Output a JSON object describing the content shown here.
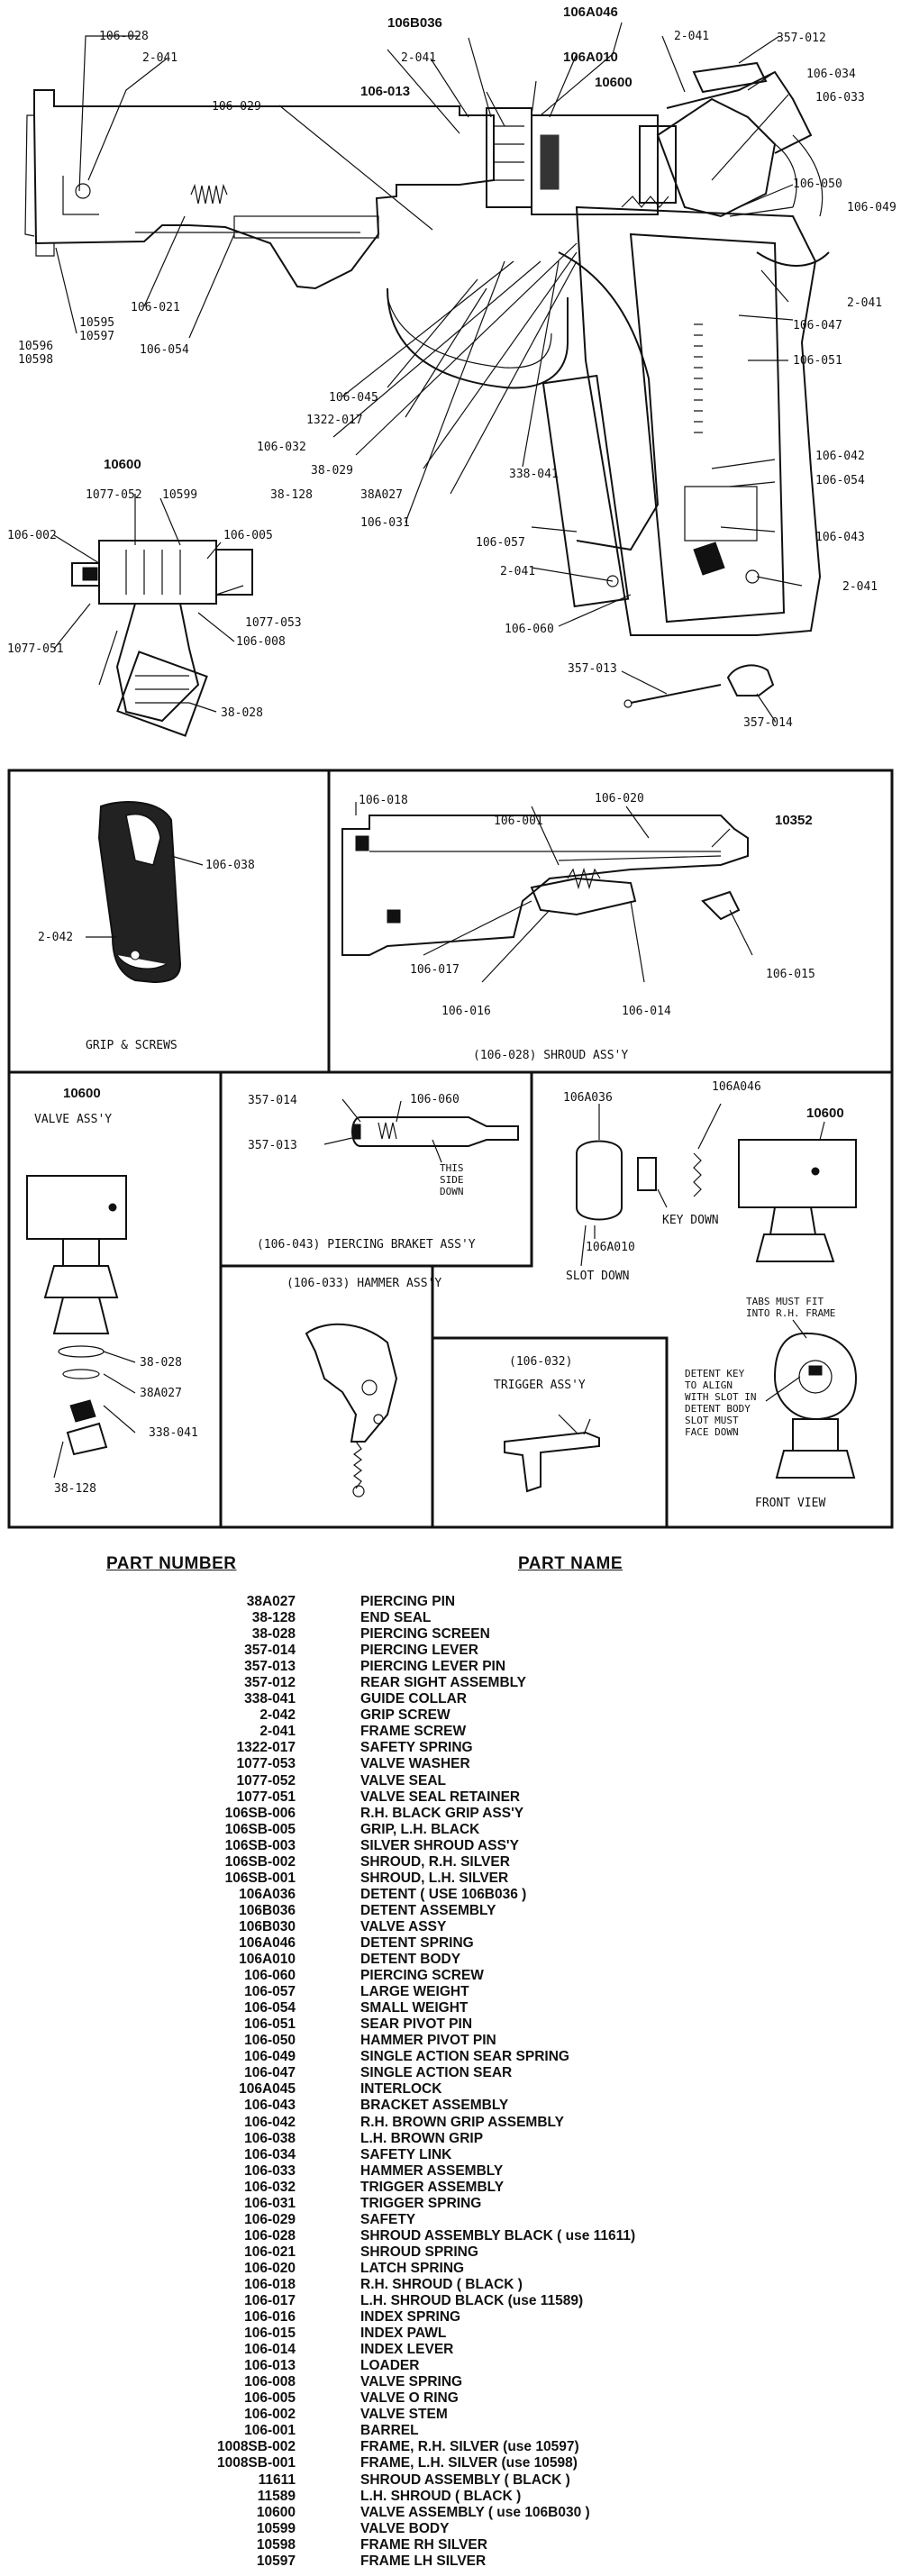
{
  "exploded_view": {
    "callouts": {
      "c106_028": "106-028",
      "c2_041_a": "2-041",
      "c106b036": "106B036",
      "c106a046": "106A046",
      "c2_041_b": "2-041",
      "c357_012": "357-012",
      "c106_034": "106-034",
      "c106_033": "106-033",
      "c2_041_c": "2-041",
      "c106_013": "106-013",
      "c106a010": "106A010",
      "c10600": "10600",
      "c106_029": "106-029",
      "c106_050": "106-050",
      "c106_049": "106-049",
      "c2_041_d": "2-041",
      "c106_047": "106-047",
      "c106_051": "106-051",
      "c106_021": "106-021",
      "c10595": "10595",
      "c10597": "10597",
      "c10596": "10596",
      "c10598": "10598",
      "c106_054_a": "106-054",
      "c106_045": "106-045",
      "c1322_017": "1322-017",
      "c106_032": "106-032",
      "c38_029": "38-029",
      "c38_128": "38-128",
      "c38a027": "38A027",
      "c338_041": "338-041",
      "c106_031": "106-031",
      "c106_042": "106-042",
      "c106_054_b": "106-054",
      "c106_057": "106-057",
      "c106_043": "106-043",
      "c2_041_e": "2-041",
      "c2_041_f": "2-041",
      "c106_060": "106-060",
      "c357_013": "357-013",
      "c357_014": "357-014",
      "c10600_b": "10600",
      "c1077_052": "1077-052",
      "c10599": "10599",
      "c106_002": "106-002",
      "c106_005": "106-005",
      "c1077_053": "1077-053",
      "c1077_051": "1077-051",
      "c106_008": "106-008",
      "c38_028": "38-028"
    }
  },
  "detail_panels": {
    "grip": {
      "caption": "GRIP & SCREWS",
      "c106_038": "106-038",
      "c2_042": "2-042"
    },
    "shroud": {
      "caption": "(106-028) SHROUD ASS'Y",
      "c106_018": "106-018",
      "c106_001": "106-001",
      "c106_020": "106-020",
      "c10352": "10352",
      "c106_017": "106-017",
      "c106_016": "106-016",
      "c106_014": "106-014",
      "c106_015": "106-015"
    },
    "valve": {
      "title_num": "10600",
      "title": "VALVE ASS'Y",
      "c38_028": "38-028",
      "c38a027": "38A027",
      "c338_041": "338-041",
      "c38_128": "38-128"
    },
    "bracket": {
      "caption": "(106-043) PIERCING BRAKET ASS'Y",
      "c357_014": "357-014",
      "c106_060": "106-060",
      "c357_013": "357-013",
      "note1": "THIS",
      "note2": "SIDE",
      "note3": "DOWN"
    },
    "detent": {
      "c106a036": "106A036",
      "c106a046": "106A046",
      "c10600": "10600",
      "key_down": "KEY DOWN",
      "c106a010": "106A010",
      "slot_down": "SLOT DOWN"
    },
    "hammer": {
      "caption": "(106-033)  HAMMER ASS'Y"
    },
    "trigger": {
      "caption": "(106-032)",
      "caption2": "TRIGGER ASS'Y"
    },
    "front": {
      "tabs1": "TABS MUST FIT",
      "tabs2": "INTO R.H. FRAME",
      "d1": "DETENT KEY",
      "d2": "TO ALIGN",
      "d3": "WITH SLOT IN",
      "d4": "DETENT BODY",
      "d5": "SLOT MUST",
      "d6": "FACE DOWN",
      "caption": "FRONT VIEW"
    }
  },
  "parts_list": {
    "header_number": "PART NUMBER",
    "header_name": "PART NAME",
    "rows": [
      {
        "num": "38A027",
        "name": "PIERCING PIN"
      },
      {
        "num": "38-128",
        "name": "END SEAL"
      },
      {
        "num": "38-028",
        "name": "PIERCING SCREEN"
      },
      {
        "num": "357-014",
        "name": "PIERCING LEVER"
      },
      {
        "num": "357-013",
        "name": "PIERCING LEVER PIN"
      },
      {
        "num": "357-012",
        "name": "REAR SIGHT ASSEMBLY"
      },
      {
        "num": "338-041",
        "name": "GUIDE COLLAR"
      },
      {
        "num": "2-042",
        "name": "GRIP SCREW"
      },
      {
        "num": "2-041",
        "name": "FRAME SCREW"
      },
      {
        "num": "1322-017",
        "name": "SAFETY SPRING"
      },
      {
        "num": "1077-053",
        "name": "VALVE WASHER"
      },
      {
        "num": "1077-052",
        "name": "VALVE SEAL"
      },
      {
        "num": "1077-051",
        "name": "VALVE SEAL RETAINER"
      },
      {
        "num": "106SB-006",
        "name": "R.H. BLACK GRIP ASS'Y"
      },
      {
        "num": "106SB-005",
        "name": "GRIP, L.H. BLACK"
      },
      {
        "num": "106SB-003",
        "name": "SILVER SHROUD ASS'Y"
      },
      {
        "num": "106SB-002",
        "name": "SHROUD, R.H. SILVER"
      },
      {
        "num": "106SB-001",
        "name": "SHROUD, L.H. SILVER"
      },
      {
        "num": "106A036",
        "name": "DETENT ( USE 106B036 )"
      },
      {
        "num": "106B036",
        "name": "DETENT ASSEMBLY"
      },
      {
        "num": "106B030",
        "name": "VALVE ASSY"
      },
      {
        "num": "106A046",
        "name": "DETENT SPRING"
      },
      {
        "num": "106A010",
        "name": "DETENT BODY"
      },
      {
        "num": "106-060",
        "name": "PIERCING SCREW"
      },
      {
        "num": "106-057",
        "name": "LARGE WEIGHT"
      },
      {
        "num": "106-054",
        "name": "SMALL WEIGHT"
      },
      {
        "num": "106-051",
        "name": "SEAR PIVOT PIN"
      },
      {
        "num": "106-050",
        "name": "HAMMER PIVOT PIN"
      },
      {
        "num": "106-049",
        "name": "SINGLE ACTION SEAR SPRING"
      },
      {
        "num": "106-047",
        "name": "SINGLE ACTION SEAR"
      },
      {
        "num": "106A045",
        "name": "INTERLOCK"
      },
      {
        "num": "106-043",
        "name": "BRACKET ASSEMBLY"
      },
      {
        "num": "106-042",
        "name": "R.H. BROWN GRIP ASSEMBLY"
      },
      {
        "num": "106-038",
        "name": "L.H. BROWN GRIP"
      },
      {
        "num": "106-034",
        "name": "SAFETY LINK"
      },
      {
        "num": "106-033",
        "name": "HAMMER ASSEMBLY"
      },
      {
        "num": "106-032",
        "name": "TRIGGER ASSEMBLY"
      },
      {
        "num": "106-031",
        "name": "TRIGGER SPRING"
      },
      {
        "num": "106-029",
        "name": "SAFETY"
      },
      {
        "num": "106-028",
        "name": "SHROUD ASSEMBLY BLACK ( use 11611)"
      },
      {
        "num": "106-021",
        "name": "SHROUD SPRING"
      },
      {
        "num": "106-020",
        "name": "LATCH SPRING"
      },
      {
        "num": "106-018",
        "name": "R.H. SHROUD ( BLACK )"
      },
      {
        "num": "106-017",
        "name": "L.H. SHROUD BLACK (use 11589)"
      },
      {
        "num": "106-016",
        "name": "INDEX  SPRING"
      },
      {
        "num": "106-015",
        "name": "INDEX PAWL"
      },
      {
        "num": "106-014",
        "name": "INDEX  LEVER"
      },
      {
        "num": "106-013",
        "name": "LOADER"
      },
      {
        "num": "106-008",
        "name": "VALVE SPRING"
      },
      {
        "num": "106-005",
        "name": "VALVE O RING"
      },
      {
        "num": "106-002",
        "name": "VALVE STEM"
      },
      {
        "num": "106-001",
        "name": "BARREL"
      },
      {
        "num": "1008SB-002",
        "name": "FRAME, R.H. SILVER (use 10597)"
      },
      {
        "num": "1008SB-001",
        "name": "FRAME, L.H. SILVER (use 10598)"
      },
      {
        "num": "11611",
        "name": "SHROUD ASSEMBLY ( BLACK )"
      },
      {
        "num": "11589",
        "name": "L.H. SHROUD ( BLACK )"
      },
      {
        "num": "10600",
        "name": "VALVE ASSEMBLY ( use 106B030 )"
      },
      {
        "num": "10599",
        "name": "VALVE BODY"
      },
      {
        "num": "10598",
        "name": "FRAME RH SILVER"
      },
      {
        "num": "10597",
        "name": "FRAME LH SILVER"
      }
    ]
  }
}
